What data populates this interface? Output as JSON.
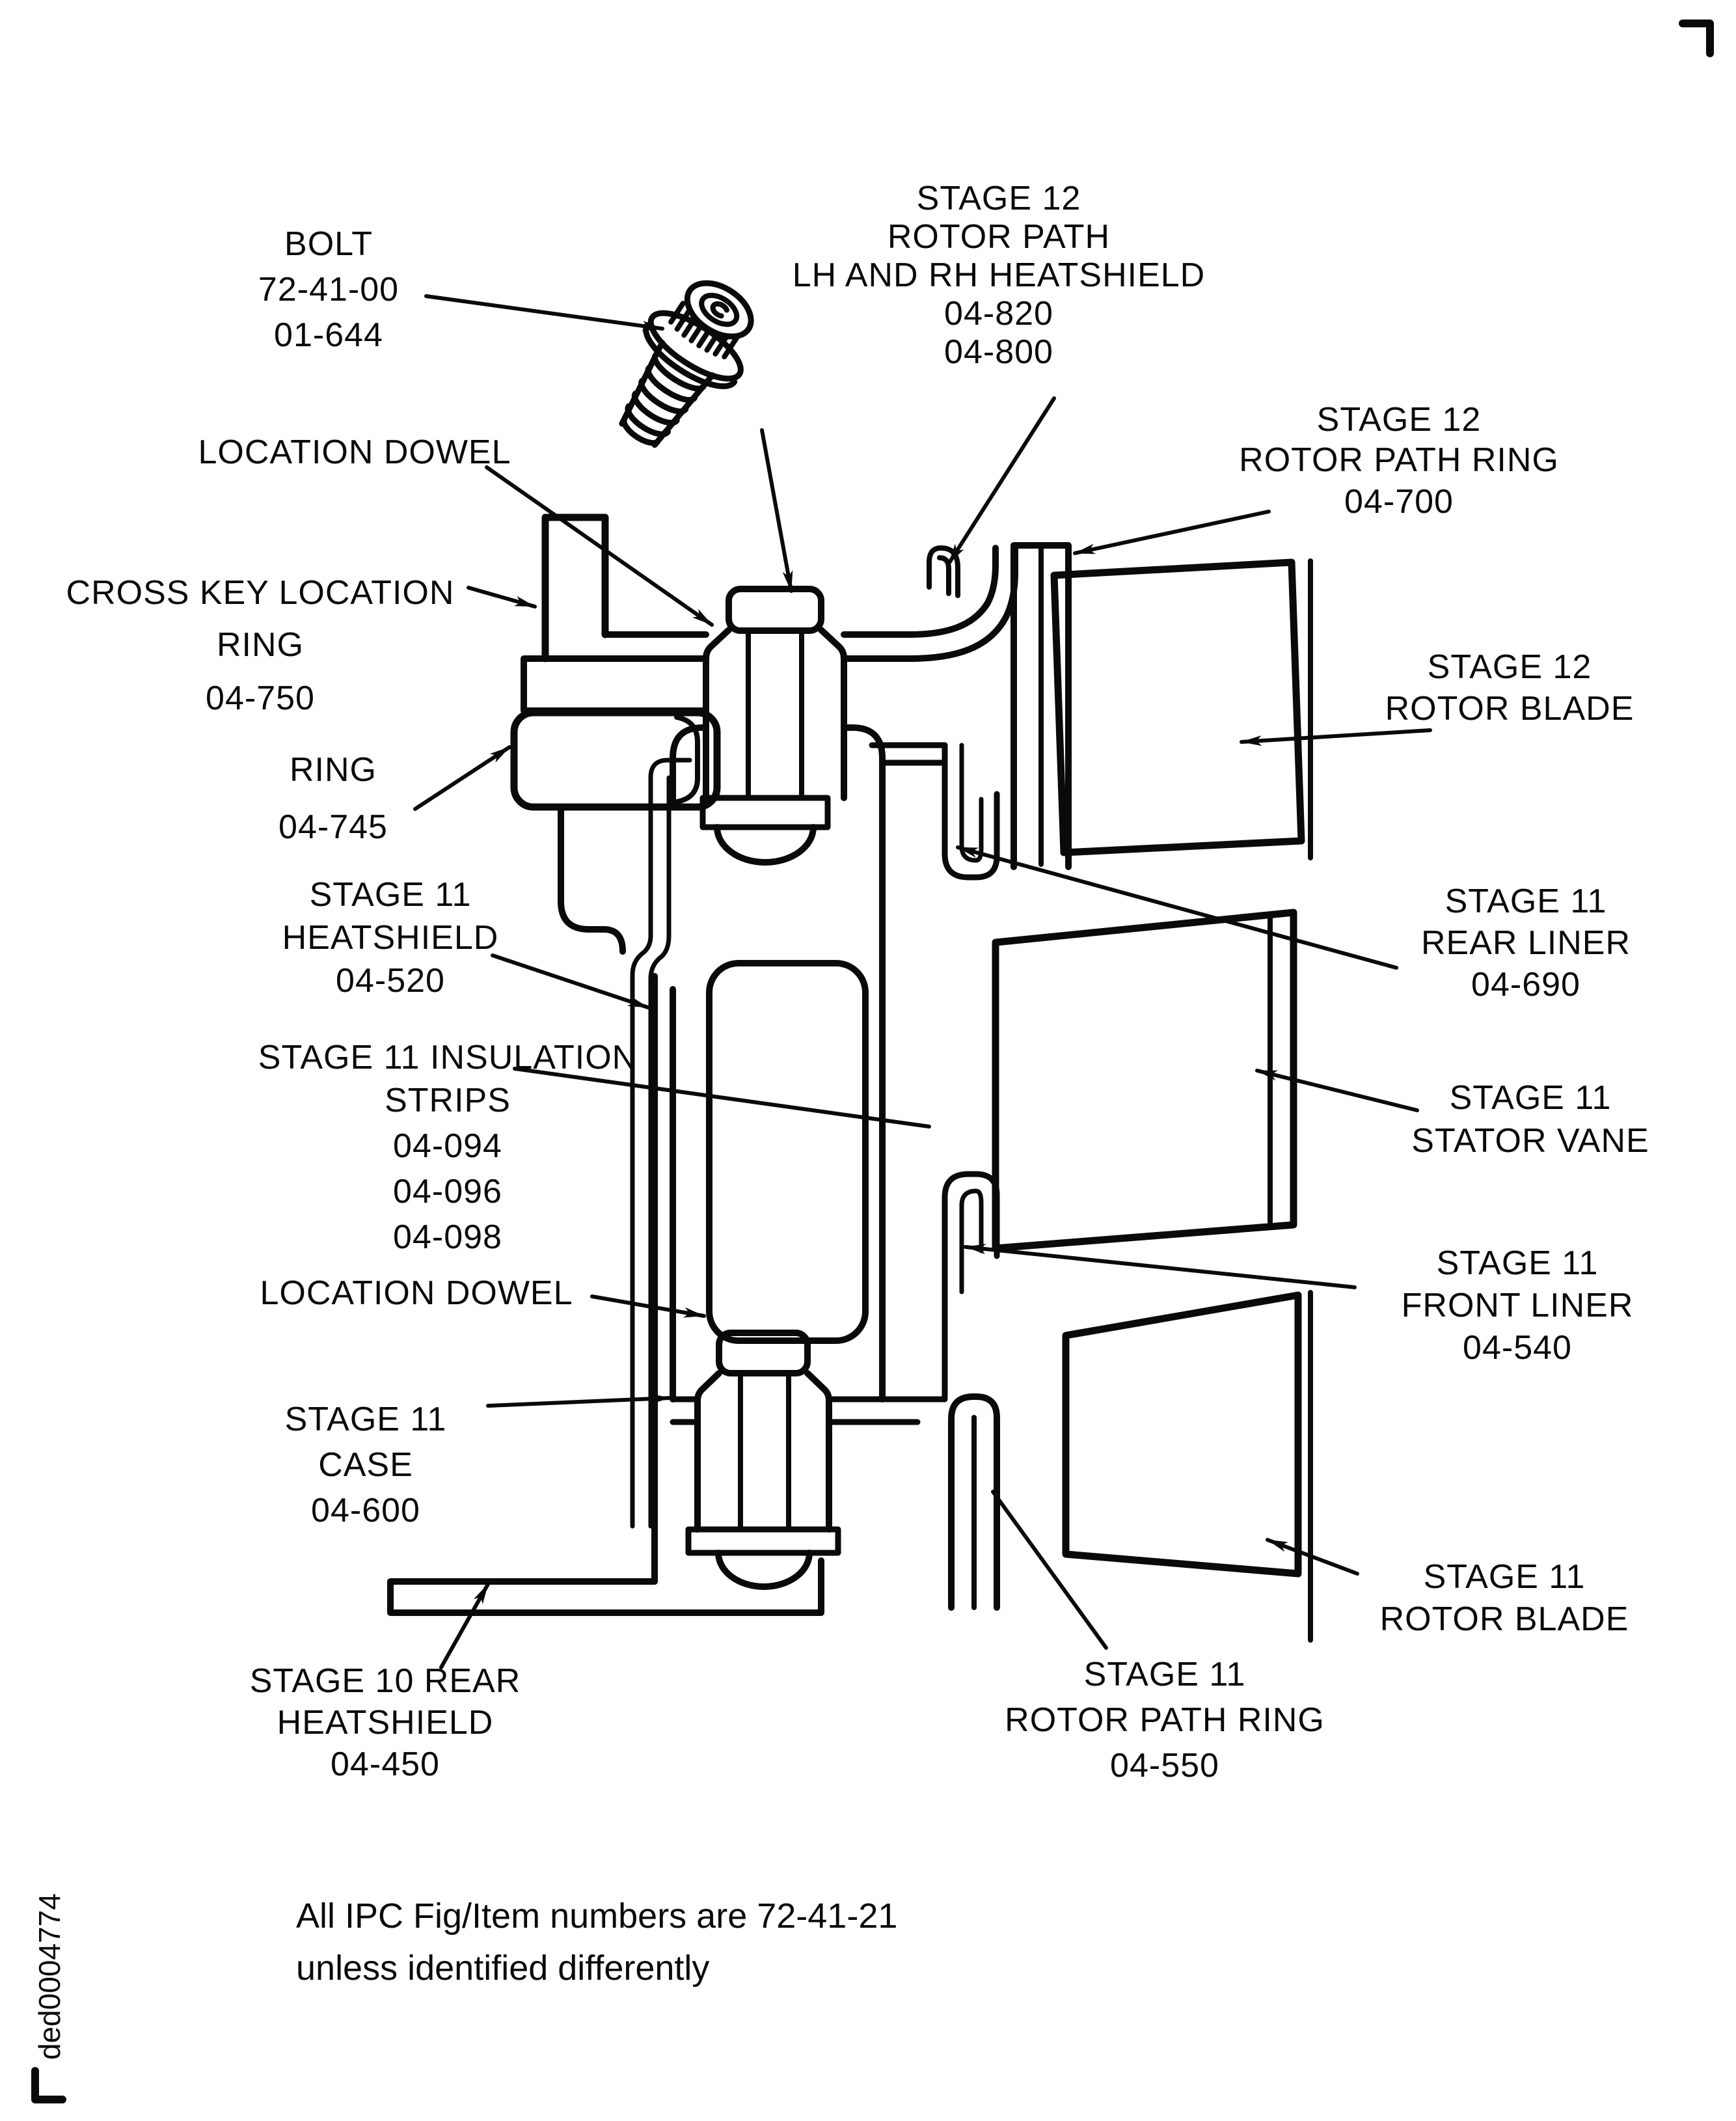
{
  "figure": {
    "type": "engine-cross-section-ipc-figure",
    "ink_color": "#0a0a0a",
    "background_color": "#ffffff",
    "watermark": "ded0004774",
    "note": {
      "line1": "All IPC Fig/Item numbers are 72-41-21",
      "line2": "unless identified differently"
    }
  },
  "labels": {
    "bolt": [
      "BOLT",
      "72-41-00",
      "01-644"
    ],
    "location_dowel_top": [
      "LOCATION DOWEL"
    ],
    "stage12_rotor_path_heatshield": [
      "STAGE 12",
      "ROTOR PATH",
      "LH AND RH HEATSHIELD",
      "04-820",
      "04-800"
    ],
    "stage12_rotor_path_ring": [
      "STAGE 12",
      "ROTOR PATH RING",
      "04-700"
    ],
    "cross_key_location_ring": [
      "CROSS KEY LOCATION",
      "RING",
      "04-750"
    ],
    "ring": [
      "RING",
      "04-745"
    ],
    "stage12_rotor_blade": [
      "STAGE 12",
      "ROTOR BLADE"
    ],
    "stage11_heatshield": [
      "STAGE 11",
      "HEATSHIELD",
      "04-520"
    ],
    "stage11_rear_liner": [
      "STAGE 11",
      "REAR LINER",
      "04-690"
    ],
    "stage11_insulation_strips": [
      "STAGE 11 INSULATION",
      "STRIPS",
      "04-094",
      "04-096",
      "04-098"
    ],
    "stage11_stator_vane": [
      "STAGE 11",
      "STATOR VANE"
    ],
    "location_dowel_bottom": [
      "LOCATION DOWEL"
    ],
    "stage11_front_liner": [
      "STAGE 11",
      "FRONT LINER",
      "04-540"
    ],
    "stage11_case": [
      "STAGE 11",
      "CASE",
      "04-600"
    ],
    "stage11_rotor_blade_lower": [
      "STAGE 11",
      "ROTOR BLADE"
    ],
    "stage10_rear_heatshield": [
      "STAGE 10 REAR",
      "HEATSHIELD",
      "04-450"
    ],
    "stage11_rotor_path_ring": [
      "STAGE 11",
      "ROTOR PATH RING",
      "04-550"
    ]
  }
}
